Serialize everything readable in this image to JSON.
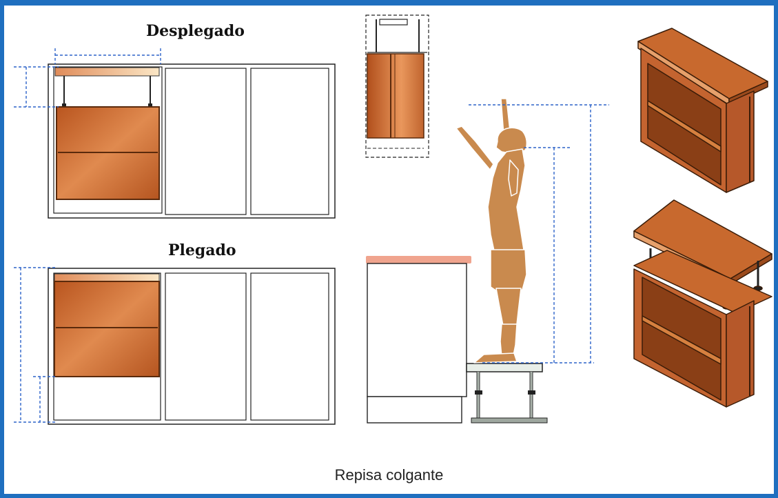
{
  "labels": {
    "unfolded": "Desplegado",
    "folded": "Plegado",
    "caption": "Repisa colgante"
  },
  "colors": {
    "border": "#1f6fbf",
    "wood": "#c8692e",
    "wood_dark": "#8a3f16",
    "wood_light": "#e9a06a",
    "dimension_line": "#2b62c9",
    "countertop": "#f0a48e",
    "figure": "#c98a4e"
  },
  "icons": {
    "person": "person-reaching-icon",
    "stool": "step-stool-icon"
  }
}
